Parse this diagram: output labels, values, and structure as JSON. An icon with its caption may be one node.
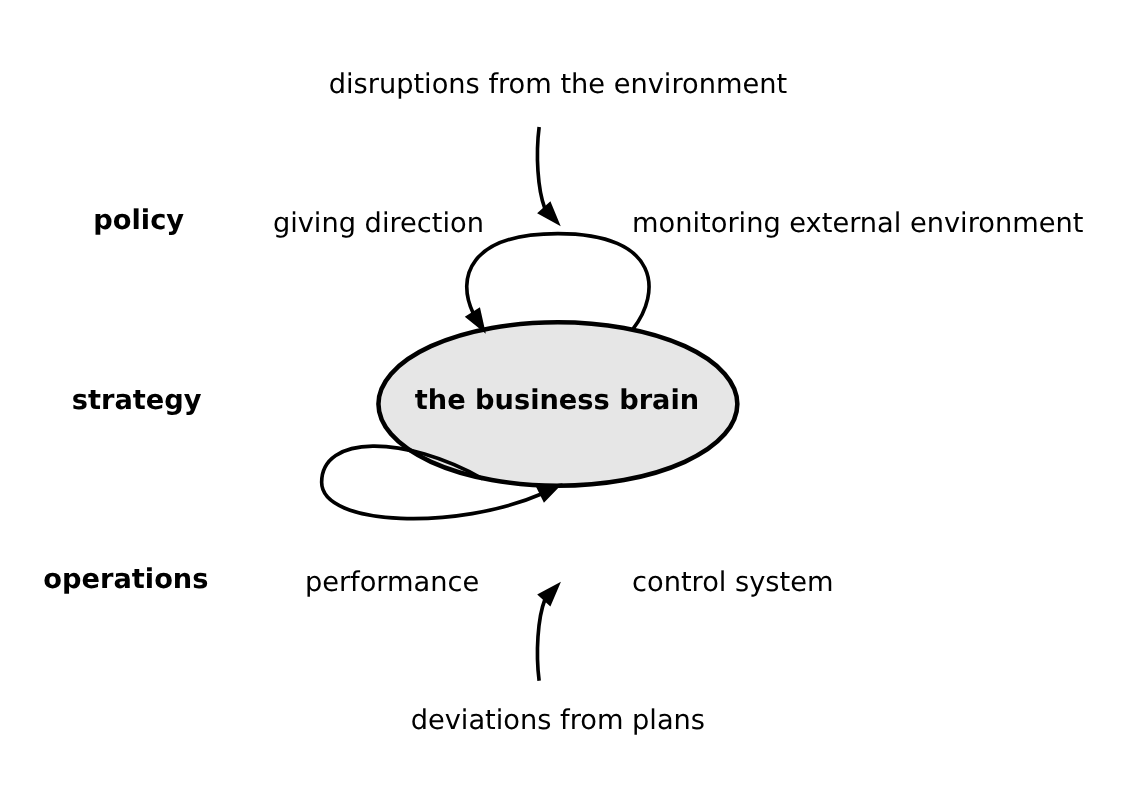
{
  "diagram": {
    "nodes": [
      {
        "text": [
          "the business brain"
        ]
      },
      {
        "text": [
          "disruptions from the environment"
        ]
      },
      {
        "text": [
          "deviations from plans"
        ]
      }
    ],
    "edges": [
      {
        "from": 0,
        "to": 0,
        "arrow": "to"
      },
      {
        "from": 0,
        "to": 0,
        "arrow": "to"
      },
      {
        "from": 1,
        "to": null,
        "arrow": "to"
      },
      {
        "from": 2,
        "to": null,
        "arrow": "to"
      }
    ],
    "labels": [
      "policy",
      "giving direction",
      "monitoring external environment",
      "strategy",
      "operations",
      "performance",
      "control system"
    ]
  }
}
